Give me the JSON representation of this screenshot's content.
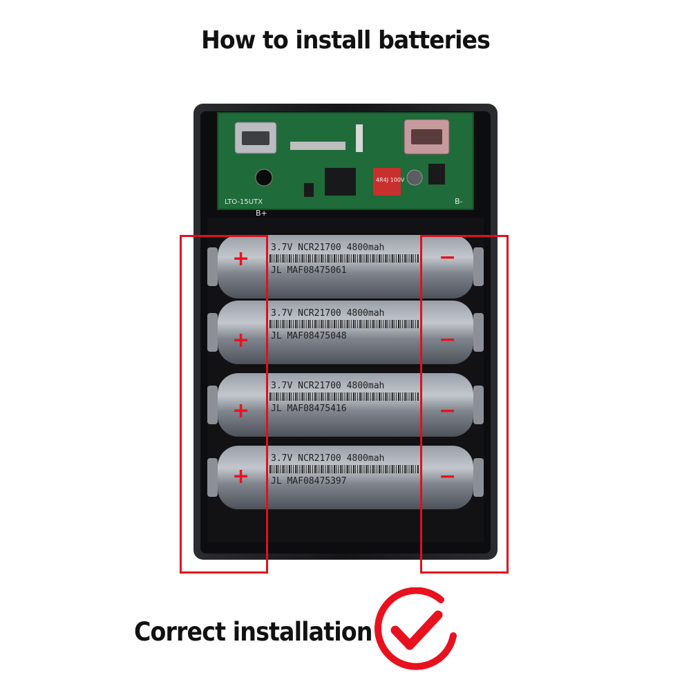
{
  "header": {
    "title": "How to install batteries"
  },
  "footer": {
    "label": "Correct installation"
  },
  "colors": {
    "accent_red": "#e8121e",
    "case_black": "#1a1a1c",
    "pcb_green": "#1f6b3a",
    "cell_gray": "#7b7f87"
  },
  "pcb": {
    "label_left": "LTO-15UTX",
    "label_b_plus": "B+",
    "label_b_minus": "B-",
    "capacitor": "4R4J 100V"
  },
  "batteries": [
    {
      "line1": "3.7V  NCR21700  4800mah",
      "line2": "JL   MAF08475061"
    },
    {
      "line1": "3.7V  NCR21700  4800mah",
      "line2": "JL   MAF08475048"
    },
    {
      "line1": "3.7V  NCR21700  4800mah",
      "line2": "JL   MAF08475416"
    },
    {
      "line1": "3.7V  NCR21700  4800mah",
      "line2": "JL   MAF08475397"
    }
  ],
  "markers": {
    "positive": "+",
    "negative": "−"
  },
  "icons": {
    "check": "check-circle-icon"
  }
}
